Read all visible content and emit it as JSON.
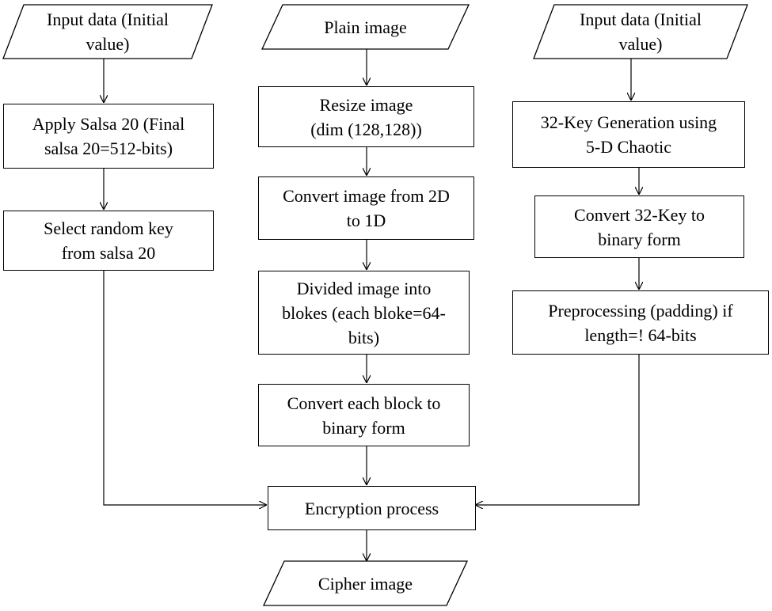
{
  "left_column": {
    "input": "Input data (Initial\nvalue)",
    "salsa": "Apply Salsa 20 (Final\nsalsa 20=512-bits)",
    "select_key": "Select random key\nfrom salsa 20"
  },
  "center_column": {
    "plain_image": "Plain image",
    "resize": "Resize image\n(dim (128,128))",
    "convert_1d": "Convert image from 2D\nto 1D",
    "divide": "Divided image into\nblokes (each bloke=64-\nbits)",
    "binary_block": "Convert each block to\nbinary form",
    "encryption": "Encryption process",
    "cipher": "Cipher image"
  },
  "right_column": {
    "input": "Input data (Initial\nvalue)",
    "key_gen": "32-Key Generation using\n5-D Chaotic",
    "key_binary": "Convert 32-Key to\nbinary form",
    "padding": "Preprocessing (padding) if\nlength=! 64-bits"
  }
}
